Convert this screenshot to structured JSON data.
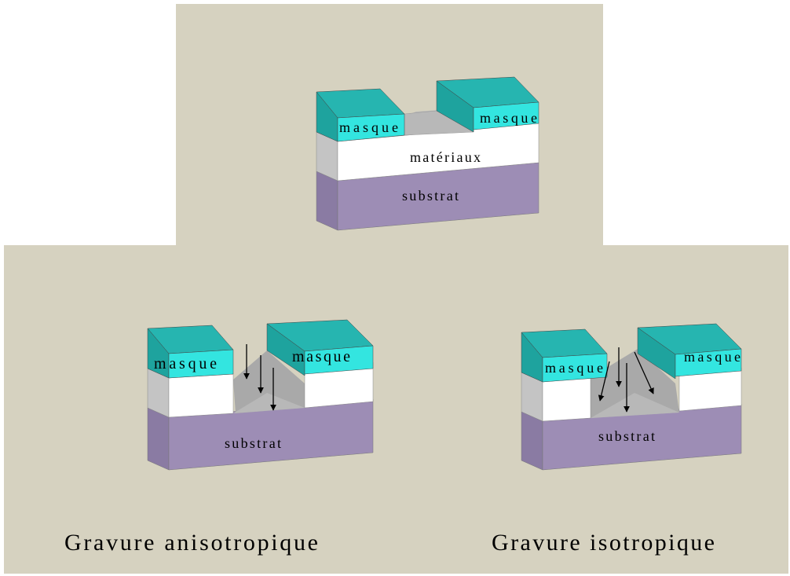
{
  "colors": {
    "background": "#d6d2c0",
    "page": "#ffffff",
    "mask_front": "#33e5e0",
    "mask_top": "#26b5b0",
    "mask_side": "#1ea39e",
    "material_front": "#ffffff",
    "material_side": "#c4c4c4",
    "etched_surface": "#b8b8b8",
    "etched_wall": "#a9a9a9",
    "substrate_front": "#9d8db5",
    "substrate_side": "#8a7ba3",
    "arrow": "#000000"
  },
  "top_diagram": {
    "mask_left": "masque",
    "mask_right": "masque",
    "material": "matériaux",
    "substrate": "substrat"
  },
  "anisotropic": {
    "mask_left": "masque",
    "mask_right": "masque",
    "substrate": "substrat",
    "caption": "Gravure anisotropique"
  },
  "isotropic": {
    "mask_left": "masque",
    "mask_right": "masque",
    "substrate": "substrat",
    "caption": "Gravure isotropique"
  },
  "icons": {
    "etch_direction": "down-arrow-icon"
  }
}
